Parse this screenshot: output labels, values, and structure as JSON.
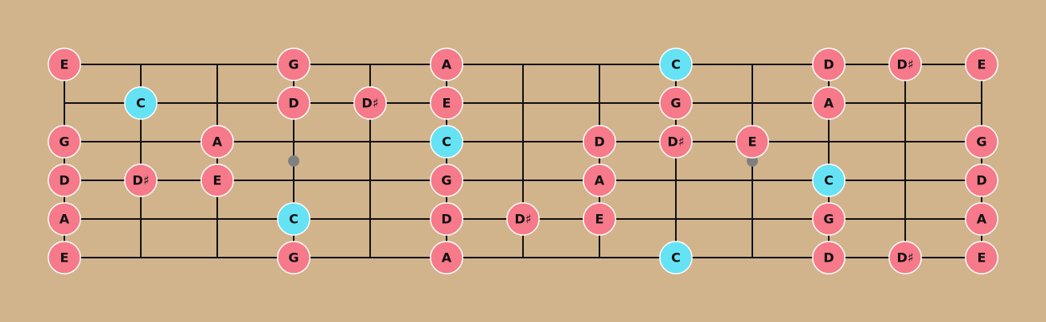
{
  "colors": {
    "background": "#d2b48c",
    "line": "#111111",
    "inlay": "#808080",
    "note": "#f67a8a",
    "root": "#66e2f5",
    "note_border": "#ffffff"
  },
  "fretboard": {
    "string_count": 6,
    "fret_count": 12,
    "inlay_frets": [
      3,
      9
    ],
    "inlay_between_strings": [
      2,
      3
    ],
    "notes": [
      {
        "string": 0,
        "fret": 0,
        "label": "E",
        "root": false
      },
      {
        "string": 0,
        "fret": 3,
        "label": "G",
        "root": false
      },
      {
        "string": 0,
        "fret": 5,
        "label": "A",
        "root": false
      },
      {
        "string": 0,
        "fret": 8,
        "label": "C",
        "root": true
      },
      {
        "string": 0,
        "fret": 10,
        "label": "D",
        "root": false
      },
      {
        "string": 0,
        "fret": 11,
        "label": "D♯",
        "root": false
      },
      {
        "string": 0,
        "fret": 12,
        "label": "E",
        "root": false
      },
      {
        "string": 1,
        "fret": 1,
        "label": "C",
        "root": true
      },
      {
        "string": 1,
        "fret": 3,
        "label": "D",
        "root": false
      },
      {
        "string": 1,
        "fret": 4,
        "label": "D♯",
        "root": false
      },
      {
        "string": 1,
        "fret": 5,
        "label": "E",
        "root": false
      },
      {
        "string": 1,
        "fret": 8,
        "label": "G",
        "root": false
      },
      {
        "string": 1,
        "fret": 10,
        "label": "A",
        "root": false
      },
      {
        "string": 2,
        "fret": 0,
        "label": "G",
        "root": false
      },
      {
        "string": 2,
        "fret": 2,
        "label": "A",
        "root": false
      },
      {
        "string": 2,
        "fret": 5,
        "label": "C",
        "root": true
      },
      {
        "string": 2,
        "fret": 7,
        "label": "D",
        "root": false
      },
      {
        "string": 2,
        "fret": 8,
        "label": "D♯",
        "root": false
      },
      {
        "string": 2,
        "fret": 9,
        "label": "E",
        "root": false
      },
      {
        "string": 2,
        "fret": 12,
        "label": "G",
        "root": false
      },
      {
        "string": 3,
        "fret": 0,
        "label": "D",
        "root": false
      },
      {
        "string": 3,
        "fret": 1,
        "label": "D♯",
        "root": false
      },
      {
        "string": 3,
        "fret": 2,
        "label": "E",
        "root": false
      },
      {
        "string": 3,
        "fret": 5,
        "label": "G",
        "root": false
      },
      {
        "string": 3,
        "fret": 7,
        "label": "A",
        "root": false
      },
      {
        "string": 3,
        "fret": 10,
        "label": "C",
        "root": true
      },
      {
        "string": 3,
        "fret": 12,
        "label": "D",
        "root": false
      },
      {
        "string": 4,
        "fret": 0,
        "label": "A",
        "root": false
      },
      {
        "string": 4,
        "fret": 3,
        "label": "C",
        "root": true
      },
      {
        "string": 4,
        "fret": 5,
        "label": "D",
        "root": false
      },
      {
        "string": 4,
        "fret": 6,
        "label": "D♯",
        "root": false
      },
      {
        "string": 4,
        "fret": 7,
        "label": "E",
        "root": false
      },
      {
        "string": 4,
        "fret": 10,
        "label": "G",
        "root": false
      },
      {
        "string": 4,
        "fret": 12,
        "label": "A",
        "root": false
      },
      {
        "string": 5,
        "fret": 0,
        "label": "E",
        "root": false
      },
      {
        "string": 5,
        "fret": 3,
        "label": "G",
        "root": false
      },
      {
        "string": 5,
        "fret": 5,
        "label": "A",
        "root": false
      },
      {
        "string": 5,
        "fret": 8,
        "label": "C",
        "root": true
      },
      {
        "string": 5,
        "fret": 10,
        "label": "D",
        "root": false
      },
      {
        "string": 5,
        "fret": 11,
        "label": "D♯",
        "root": false
      },
      {
        "string": 5,
        "fret": 12,
        "label": "E",
        "root": false
      }
    ]
  }
}
